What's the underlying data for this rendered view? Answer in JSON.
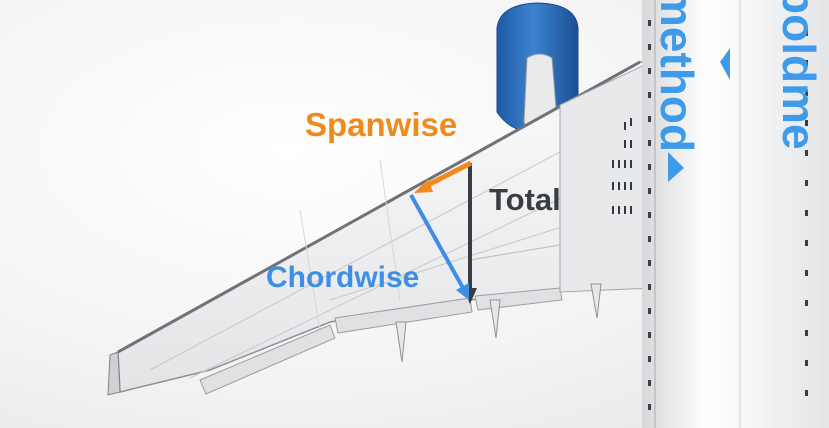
{
  "labels": {
    "spanwise": "Spanwise",
    "total": "Total",
    "chordwise": "Chordwise"
  },
  "branding": {
    "text_1": "method",
    "text_2": "boldme"
  },
  "colors": {
    "spanwise": "#F08A1C",
    "total": "#3A3D44",
    "chordwise": "#3D8FE6",
    "brand": "#3D9BE9",
    "engine": "#2F6FBF",
    "wing": "#F1F2F3"
  },
  "icons": [
    "engine-nacelle",
    "wing",
    "fuselage",
    "flap-track-fairing",
    "vortex-generator",
    "brand-arrow"
  ]
}
